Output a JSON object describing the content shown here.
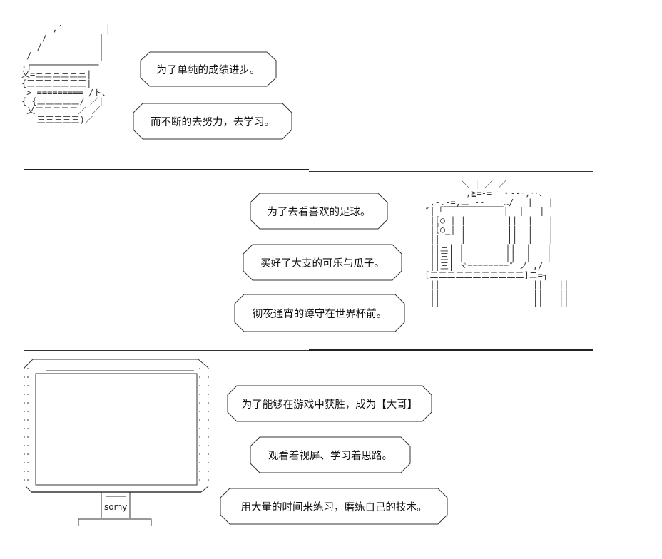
{
  "panel1": {
    "bubbles": [
      "为了单纯的成绩进步。",
      "而不断的去努力，去学习。"
    ]
  },
  "panel2": {
    "bubbles": [
      "为了去看喜欢的足球。",
      "买好了大支的可乐与瓜子。",
      "彻夜通宵的蹲守在世界杯前。"
    ]
  },
  "panel3": {
    "bubbles": [
      "为了能够在游戏中获胜，成为【大哥】",
      "观看着视屏、学习着思路。",
      "用大量的时间来练习，磨练自己的技术。"
    ],
    "monitor_brand": "somy"
  }
}
